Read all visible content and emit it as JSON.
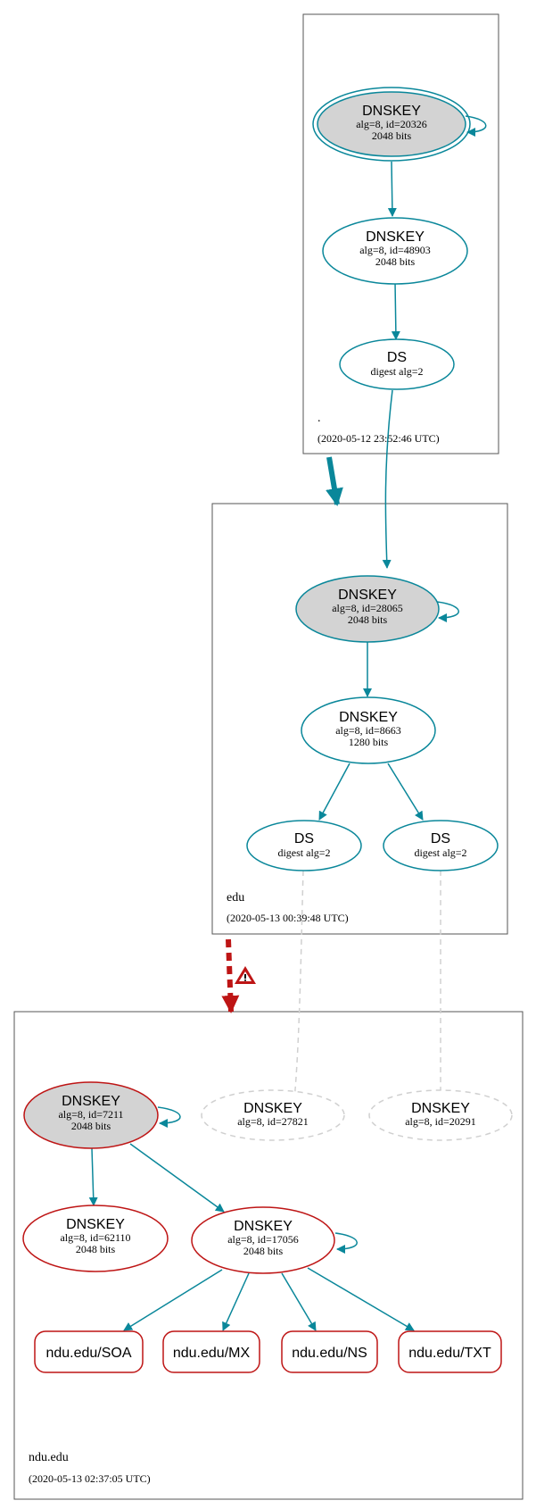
{
  "zones": [
    {
      "id": "root",
      "name": ".",
      "timestamp": "(2020-05-12 23:52:46 UTC)"
    },
    {
      "id": "edu",
      "name": "edu",
      "timestamp": "(2020-05-13 00:39:48 UTC)"
    },
    {
      "id": "ndu",
      "name": "ndu.edu",
      "timestamp": "(2020-05-13 02:37:05 UTC)"
    }
  ],
  "nodes": {
    "root_ksk": {
      "title": "DNSKEY",
      "line1": "alg=8, id=20326",
      "line2": "2048 bits"
    },
    "root_zsk": {
      "title": "DNSKEY",
      "line1": "alg=8, id=48903",
      "line2": "2048 bits"
    },
    "edu_ds": {
      "title": "DS",
      "line1": "digest alg=2"
    },
    "edu_ksk": {
      "title": "DNSKEY",
      "line1": "alg=8, id=28065",
      "line2": "2048 bits"
    },
    "edu_zsk": {
      "title": "DNSKEY",
      "line1": "alg=8, id=8663",
      "line2": "1280 bits"
    },
    "ndu_ds1": {
      "title": "DS",
      "line1": "digest alg=2"
    },
    "ndu_ds2": {
      "title": "DS",
      "line1": "digest alg=2"
    },
    "ndu_ksk": {
      "title": "DNSKEY",
      "line1": "alg=8, id=7211",
      "line2": "2048 bits"
    },
    "ndu_missing1": {
      "title": "DNSKEY",
      "line1": "alg=8, id=27821"
    },
    "ndu_missing2": {
      "title": "DNSKEY",
      "line1": "alg=8, id=20291"
    },
    "ndu_key62110": {
      "title": "DNSKEY",
      "line1": "alg=8, id=62110",
      "line2": "2048 bits"
    },
    "ndu_zsk": {
      "title": "DNSKEY",
      "line1": "alg=8, id=17056",
      "line2": "2048 bits"
    }
  },
  "rrsets": {
    "soa": "ndu.edu/SOA",
    "mx": "ndu.edu/MX",
    "ns": "ndu.edu/NS",
    "txt": "ndu.edu/TXT"
  },
  "colors": {
    "secure": "#0a879a",
    "bogus": "#be1515",
    "missing": "#d0d0d0",
    "ksk_fill": "#d3d3d3"
  },
  "icons": {
    "warning": "warning-icon"
  }
}
